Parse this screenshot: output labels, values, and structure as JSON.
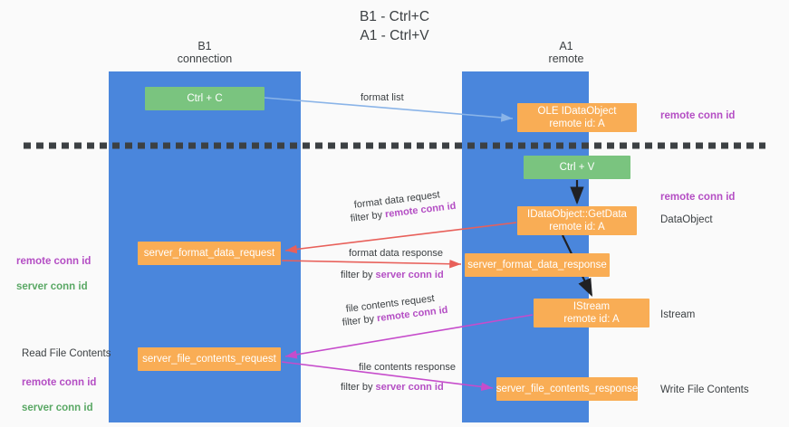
{
  "title": "B1 - Ctrl+C\nA1 - Ctrl+V",
  "columns": [
    {
      "name": "b1",
      "header": "B1\nconnection",
      "color": "#4a86dc"
    },
    {
      "name": "a1",
      "header": "A1\nremote",
      "color": "#4a86dc"
    }
  ],
  "nodes": {
    "ctrl_c": "Ctrl + C",
    "idataobject": "OLE IDataObject\nremote id: A",
    "ctrl_v": "Ctrl + V",
    "getdata": "IDataObject::GetData\nremote id: A",
    "server_format_data_request": "server_format_data_request",
    "server_format_data_response": "server_format_data_response",
    "istream": "IStream\nremote id: A",
    "server_file_contents_request": "server_file_contents_request",
    "server_file_contents_response": "server_file_contents_response"
  },
  "edge_labels": {
    "format_list": "format list",
    "format_data_request": "format data request",
    "format_data_request_filter_prefix": "filter by ",
    "format_data_request_filter_key": "remote conn id",
    "format_data_response": "format data response",
    "format_data_response_filter_prefix": "filter by ",
    "format_data_response_filter_key": "server conn id",
    "file_contents_request": "file contents request",
    "file_contents_request_filter_prefix": "filter by ",
    "file_contents_request_filter_key": "remote conn id",
    "file_contents_response": "file contents response",
    "file_contents_response_filter_prefix": "filter by ",
    "file_contents_response_filter_key": "server conn id"
  },
  "side_labels": {
    "remote_conn_id_top": "remote conn id",
    "remote_conn_id_mid": "remote conn id",
    "dataobject": "DataObject",
    "istream": "Istream",
    "write_file_contents": "Write File Contents",
    "read_file_contents": "Read File Contents",
    "left_remote_conn_id": "remote conn id",
    "left_server_conn_id": "server conn id",
    "left_remote_conn_id_2": "remote conn id",
    "left_server_conn_id_2": "server conn id"
  },
  "colors": {
    "column_blue": "#4a86dc",
    "node_green": "#7ac47f",
    "node_orange": "#f9ad55",
    "key_purple": "#b44ec4",
    "key_green": "#5aa865",
    "arrow_blue": "#8ab4e8",
    "arrow_red": "#e8605a",
    "arrow_magenta": "#c64ccb",
    "arrow_black": "#202124",
    "divider": "#3c4043",
    "background": "#fafafa"
  }
}
